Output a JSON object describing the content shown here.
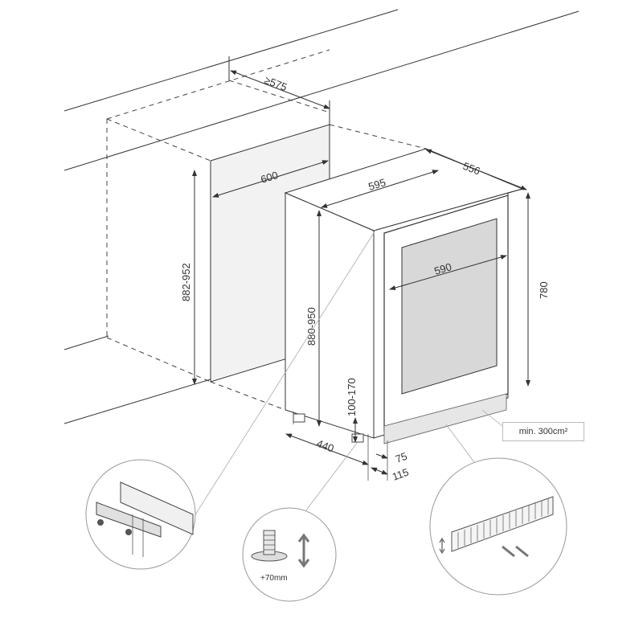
{
  "dimensions": {
    "niche_depth": "≥575",
    "niche_width": "600",
    "niche_height": "882-952",
    "appliance_width": "595",
    "appliance_depth": "556",
    "door_width": "590",
    "appliance_height": "780",
    "installed_height": "880-950",
    "plinth_height": "100-170",
    "foot_depth": "440",
    "plinth_offset_1": "75",
    "plinth_offset_2": "115"
  },
  "ventilation_label": "min. 300cm²",
  "foot_adjust_label": "+70mm"
}
